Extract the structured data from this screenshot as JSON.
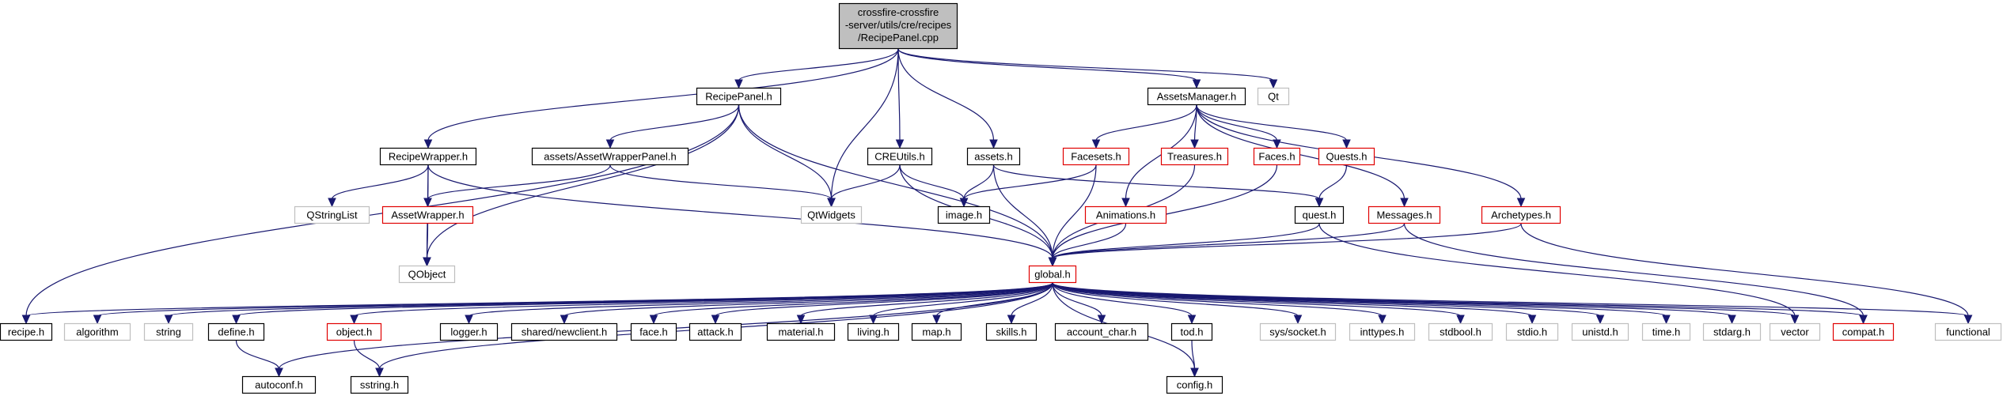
{
  "diagram": {
    "title_lines": [
      "crossfire-crossfire",
      "-server/utils/cre/recipes",
      "/RecipePanel.cpp"
    ],
    "nodes": {
      "root": {
        "label": "crossfire-crossfire -server/utils/cre/recipes /RecipePanel.cpp",
        "kind": "root"
      },
      "recipepanelh": {
        "label": "RecipePanel.h",
        "kind": "black"
      },
      "assetsmgr": {
        "label": "AssetsManager.h",
        "kind": "black"
      },
      "qt": {
        "label": "Qt",
        "kind": "gray"
      },
      "recipewrap": {
        "label": "RecipeWrapper.h",
        "kind": "black"
      },
      "awpanel": {
        "label": "assets/AssetWrapperPanel.h",
        "kind": "black"
      },
      "creutils": {
        "label": "CREUtils.h",
        "kind": "black"
      },
      "assetsh": {
        "label": "assets.h",
        "kind": "black"
      },
      "facesets": {
        "label": "Facesets.h",
        "kind": "red"
      },
      "treasures": {
        "label": "Treasures.h",
        "kind": "red"
      },
      "faces": {
        "label": "Faces.h",
        "kind": "red"
      },
      "quests": {
        "label": "Quests.h",
        "kind": "red"
      },
      "qstringlist": {
        "label": "QStringList",
        "kind": "gray"
      },
      "assetwrap": {
        "label": "AssetWrapper.h",
        "kind": "red"
      },
      "qtwidgets": {
        "label": "QtWidgets",
        "kind": "gray"
      },
      "imageh": {
        "label": "image.h",
        "kind": "black"
      },
      "animations": {
        "label": "Animations.h",
        "kind": "red"
      },
      "questh": {
        "label": "quest.h",
        "kind": "black"
      },
      "messages": {
        "label": "Messages.h",
        "kind": "red"
      },
      "archetypes": {
        "label": "Archetypes.h",
        "kind": "red"
      },
      "qobject": {
        "label": "QObject",
        "kind": "gray"
      },
      "global": {
        "label": "global.h",
        "kind": "red"
      },
      "recipeh": {
        "label": "recipe.h",
        "kind": "black"
      },
      "algorithm": {
        "label": "algorithm",
        "kind": "gray"
      },
      "string": {
        "label": "string",
        "kind": "gray"
      },
      "define": {
        "label": "define.h",
        "kind": "black"
      },
      "objecth": {
        "label": "object.h",
        "kind": "red"
      },
      "logger": {
        "label": "logger.h",
        "kind": "black"
      },
      "newclient": {
        "label": "shared/newclient.h",
        "kind": "black"
      },
      "face": {
        "label": "face.h",
        "kind": "black"
      },
      "attack": {
        "label": "attack.h",
        "kind": "black"
      },
      "material": {
        "label": "material.h",
        "kind": "black"
      },
      "living": {
        "label": "living.h",
        "kind": "black"
      },
      "maph": {
        "label": "map.h",
        "kind": "black"
      },
      "skills": {
        "label": "skills.h",
        "kind": "black"
      },
      "accountchar": {
        "label": "account_char.h",
        "kind": "black"
      },
      "tod": {
        "label": "tod.h",
        "kind": "black"
      },
      "syssocket": {
        "label": "sys/socket.h",
        "kind": "gray"
      },
      "inttypes": {
        "label": "inttypes.h",
        "kind": "gray"
      },
      "stdbool": {
        "label": "stdbool.h",
        "kind": "gray"
      },
      "stdio": {
        "label": "stdio.h",
        "kind": "gray"
      },
      "unistd": {
        "label": "unistd.h",
        "kind": "gray"
      },
      "timeh": {
        "label": "time.h",
        "kind": "gray"
      },
      "stdarg": {
        "label": "stdarg.h",
        "kind": "gray"
      },
      "vector": {
        "label": "vector",
        "kind": "gray"
      },
      "compat": {
        "label": "compat.h",
        "kind": "red"
      },
      "functional": {
        "label": "functional",
        "kind": "gray"
      },
      "autoconf": {
        "label": "autoconf.h",
        "kind": "black"
      },
      "sstring": {
        "label": "sstring.h",
        "kind": "black"
      },
      "config": {
        "label": "config.h",
        "kind": "black"
      }
    },
    "edges": [
      [
        "root",
        "recipepanelh"
      ],
      [
        "root",
        "assetsmgr"
      ],
      [
        "root",
        "qt"
      ],
      [
        "root",
        "recipewrap"
      ],
      [
        "root",
        "creutils"
      ],
      [
        "root",
        "assetsh"
      ],
      [
        "root",
        "qtwidgets"
      ],
      [
        "recipepanelh",
        "awpanel"
      ],
      [
        "recipepanelh",
        "qtwidgets"
      ],
      [
        "recipepanelh",
        "qobject"
      ],
      [
        "recipepanelh",
        "global"
      ],
      [
        "recipepanelh",
        "recipeh"
      ],
      [
        "recipewrap",
        "qstringlist"
      ],
      [
        "recipewrap",
        "assetwrap"
      ],
      [
        "recipewrap",
        "qobject"
      ],
      [
        "recipewrap",
        "global"
      ],
      [
        "awpanel",
        "assetwrap"
      ],
      [
        "awpanel",
        "qtwidgets"
      ],
      [
        "assetwrap",
        "qobject"
      ],
      [
        "creutils",
        "qtwidgets"
      ],
      [
        "creutils",
        "imageh"
      ],
      [
        "creutils",
        "global"
      ],
      [
        "assetsh",
        "imageh"
      ],
      [
        "assetsh",
        "global"
      ],
      [
        "assetsh",
        "questh"
      ],
      [
        "assetsmgr",
        "facesets"
      ],
      [
        "assetsmgr",
        "animations"
      ],
      [
        "assetsmgr",
        "treasures"
      ],
      [
        "assetsmgr",
        "faces"
      ],
      [
        "assetsmgr",
        "quests"
      ],
      [
        "assetsmgr",
        "messages"
      ],
      [
        "assetsmgr",
        "archetypes"
      ],
      [
        "facesets",
        "imageh"
      ],
      [
        "facesets",
        "global"
      ],
      [
        "treasures",
        "global"
      ],
      [
        "faces",
        "global"
      ],
      [
        "quests",
        "questh"
      ],
      [
        "animations",
        "global"
      ],
      [
        "questh",
        "global"
      ],
      [
        "questh",
        "vector"
      ],
      [
        "messages",
        "global"
      ],
      [
        "messages",
        "compat"
      ],
      [
        "archetypes",
        "global"
      ],
      [
        "archetypes",
        "functional"
      ],
      [
        "global",
        "recipeh"
      ],
      [
        "global",
        "algorithm"
      ],
      [
        "global",
        "string"
      ],
      [
        "global",
        "define"
      ],
      [
        "global",
        "objecth"
      ],
      [
        "global",
        "logger"
      ],
      [
        "global",
        "newclient"
      ],
      [
        "global",
        "face"
      ],
      [
        "global",
        "attack"
      ],
      [
        "global",
        "material"
      ],
      [
        "global",
        "living"
      ],
      [
        "global",
        "maph"
      ],
      [
        "global",
        "skills"
      ],
      [
        "global",
        "accountchar"
      ],
      [
        "global",
        "tod"
      ],
      [
        "global",
        "syssocket"
      ],
      [
        "global",
        "inttypes"
      ],
      [
        "global",
        "stdbool"
      ],
      [
        "global",
        "stdio"
      ],
      [
        "global",
        "unistd"
      ],
      [
        "global",
        "timeh"
      ],
      [
        "global",
        "stdarg"
      ],
      [
        "global",
        "vector"
      ],
      [
        "global",
        "compat"
      ],
      [
        "global",
        "functional"
      ],
      [
        "global",
        "autoconf"
      ],
      [
        "global",
        "sstring"
      ],
      [
        "global",
        "config"
      ],
      [
        "define",
        "autoconf"
      ],
      [
        "objecth",
        "sstring"
      ],
      [
        "tod",
        "config"
      ]
    ]
  }
}
